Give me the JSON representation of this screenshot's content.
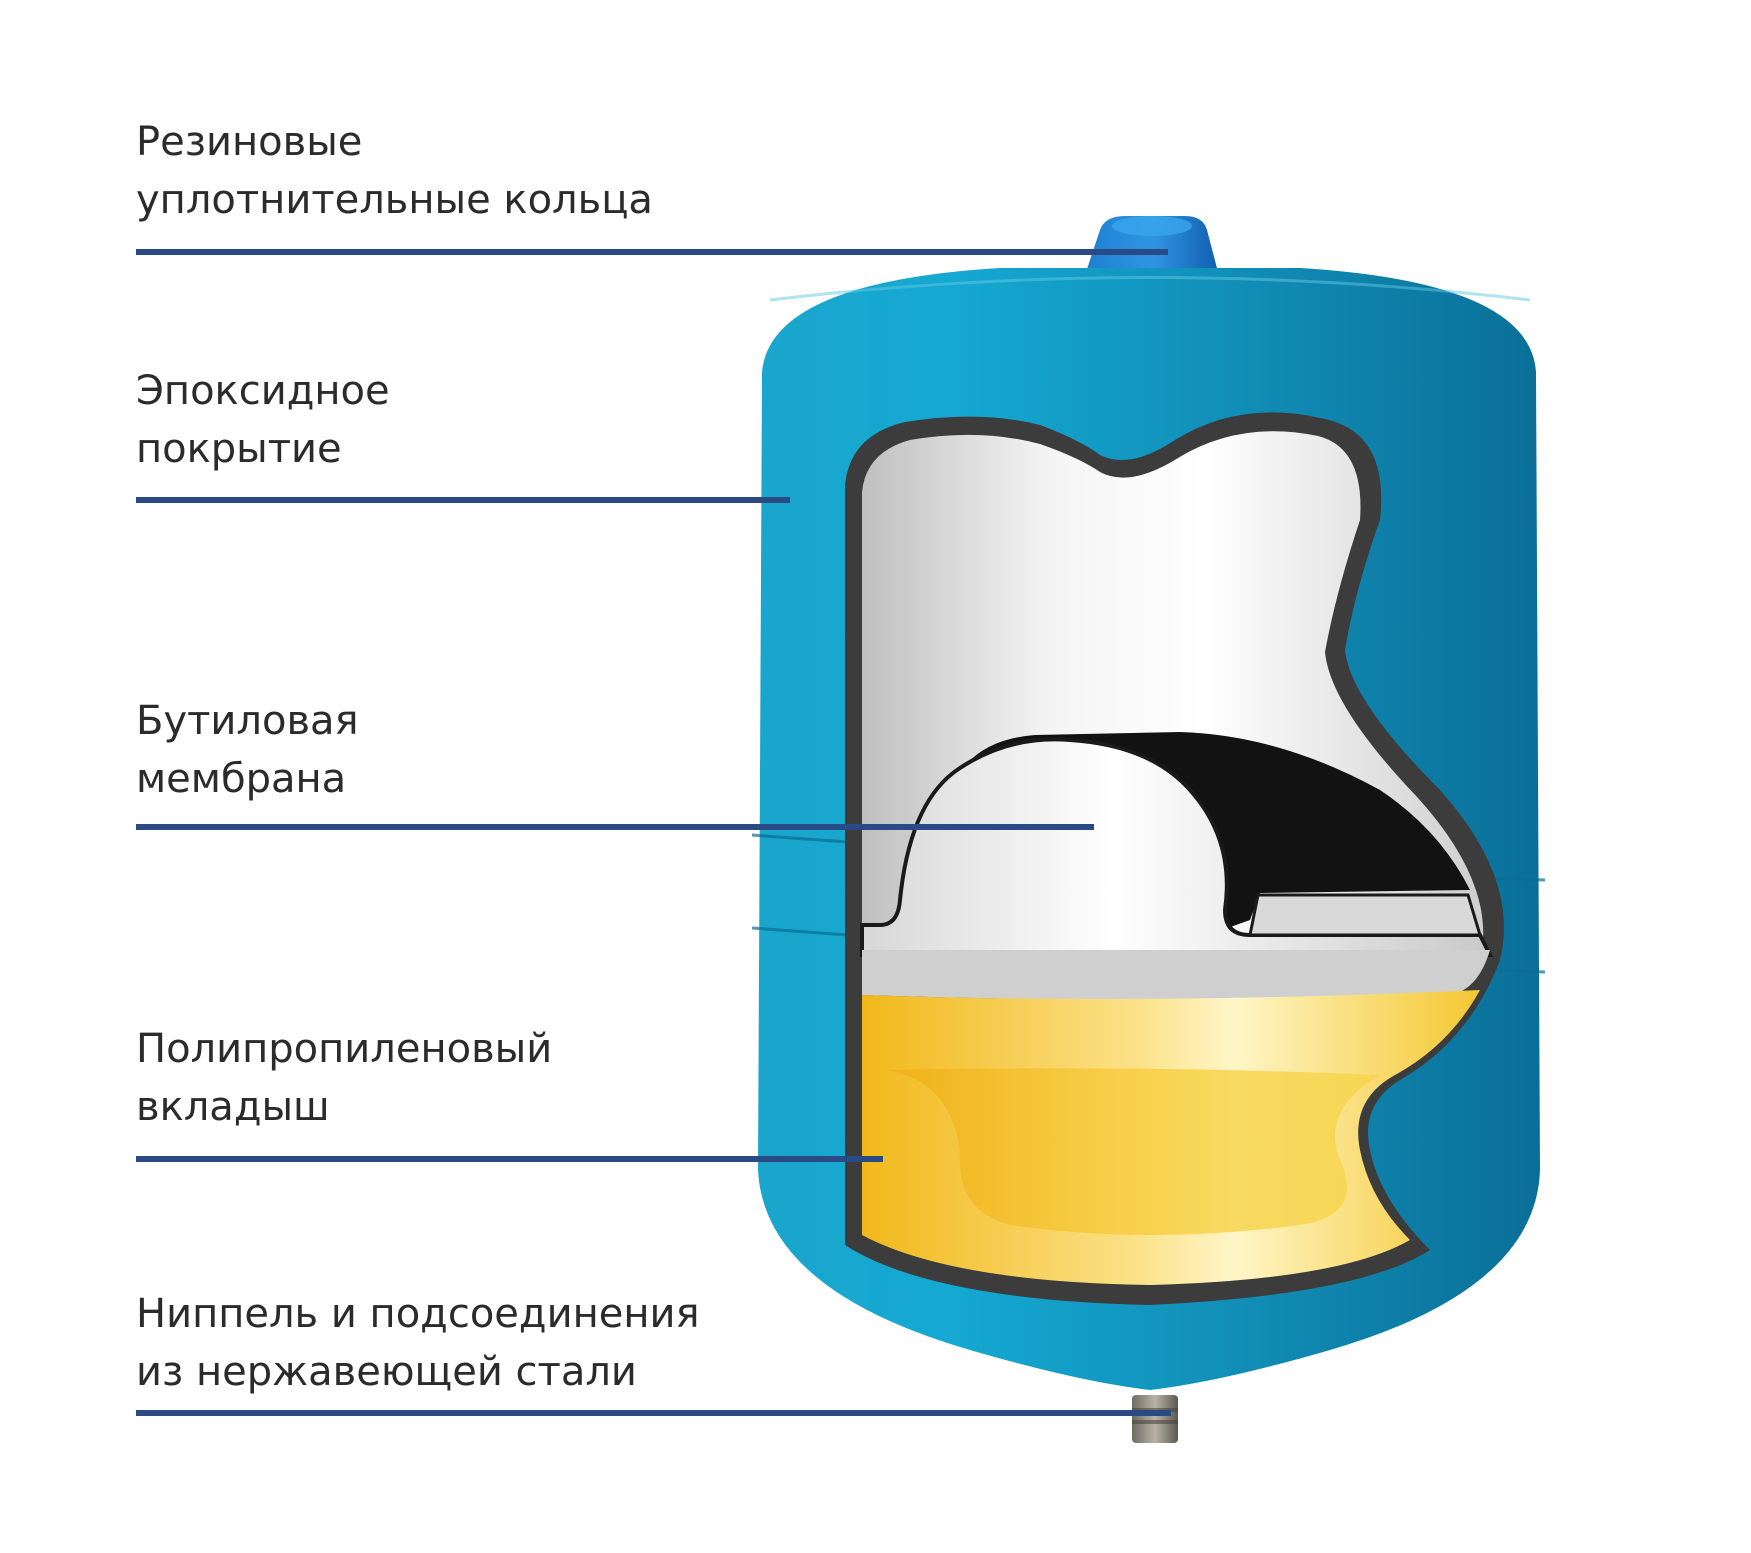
{
  "labels": [
    {
      "id": "rubber-seals",
      "lines": [
        "Резиновые",
        "уплотнительные кольца"
      ]
    },
    {
      "id": "epoxy-coating",
      "lines": [
        "Эпоксидное",
        "покрытие"
      ]
    },
    {
      "id": "butyl-membrane",
      "lines": [
        "Бутиловая",
        "мембрана"
      ]
    },
    {
      "id": "polypropylene-liner",
      "lines": [
        "Полипропиленовый",
        "вкладыш"
      ]
    },
    {
      "id": "stainless-nipple",
      "lines": [
        "Ниппель и подсоединения",
        "из нержавеющей стали"
      ]
    }
  ],
  "colors": {
    "leader": "#2a4a86",
    "tank": "#16a3c8",
    "tank_dark": "#0d7ea6",
    "liner": "#f6c21c",
    "membrane_dark": "#111111",
    "text": "#2b2b2b"
  }
}
